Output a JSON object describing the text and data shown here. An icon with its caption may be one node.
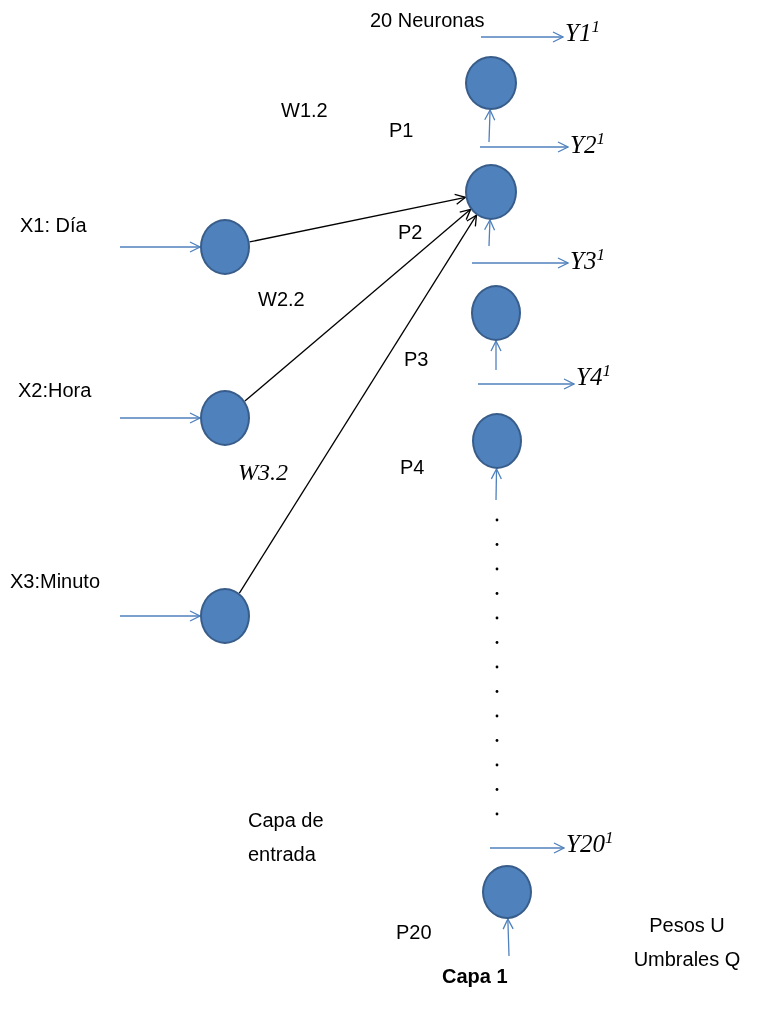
{
  "diagram": {
    "nodes": [
      {
        "text": [],
        "shape": "circle"
      },
      {
        "text": [],
        "shape": "circle"
      },
      {
        "text": [],
        "shape": "circle"
      },
      {
        "text": [],
        "shape": "circle"
      },
      {
        "text": [],
        "shape": "circle"
      },
      {
        "text": [],
        "shape": "circle"
      },
      {
        "text": [],
        "shape": "circle"
      },
      {
        "text": [],
        "shape": "circle"
      },
      {
        "text": [
          "Y1$^{1}$"
        ]
      },
      {
        "text": [
          "Y2$^{1}$"
        ]
      },
      {
        "text": [
          "Y3$^{1}$"
        ]
      },
      {
        "text": [
          "Y4$^{1}$"
        ]
      },
      {
        "text": [
          "Y20$^{1}$"
        ]
      }
    ],
    "edges": [
      {
        "from": null,
        "to": 0,
        "arrow": "to"
      },
      {
        "from": null,
        "to": 1,
        "arrow": "to"
      },
      {
        "from": null,
        "to": 2,
        "arrow": "to"
      },
      {
        "from": 0,
        "to": 4,
        "arrow": "to",
        "color": "#000000"
      },
      {
        "from": 1,
        "to": 4,
        "arrow": "to",
        "color": "#000000"
      },
      {
        "from": 2,
        "to": 4,
        "arrow": "to",
        "color": "#000000"
      },
      {
        "from": null,
        "to": 8,
        "arrow": "to"
      },
      {
        "from": null,
        "to": 9,
        "arrow": "to"
      },
      {
        "from": null,
        "to": 10,
        "arrow": "to"
      },
      {
        "from": null,
        "to": 11,
        "arrow": "to"
      },
      {
        "from": null,
        "to": 12,
        "arrow": "to"
      },
      {
        "from": null,
        "to": 3,
        "arrow": "to"
      },
      {
        "from": null,
        "to": 4,
        "arrow": "to"
      },
      {
        "from": null,
        "to": 5,
        "arrow": "to"
      },
      {
        "from": null,
        "to": 6,
        "arrow": "to"
      },
      {
        "from": null,
        "to": 7,
        "arrow": "to"
      }
    ],
    "labels": [
      "20 Neuronas",
      "W1.2",
      "P1",
      "X1: Día",
      "P2",
      "W2.2",
      "P3",
      "X2:Hora",
      "W3.2",
      "P4",
      "X3:Minuto",
      "Capa de entrada",
      "P20",
      "Capa 1",
      "Pesos U Umbrales Q"
    ]
  }
}
